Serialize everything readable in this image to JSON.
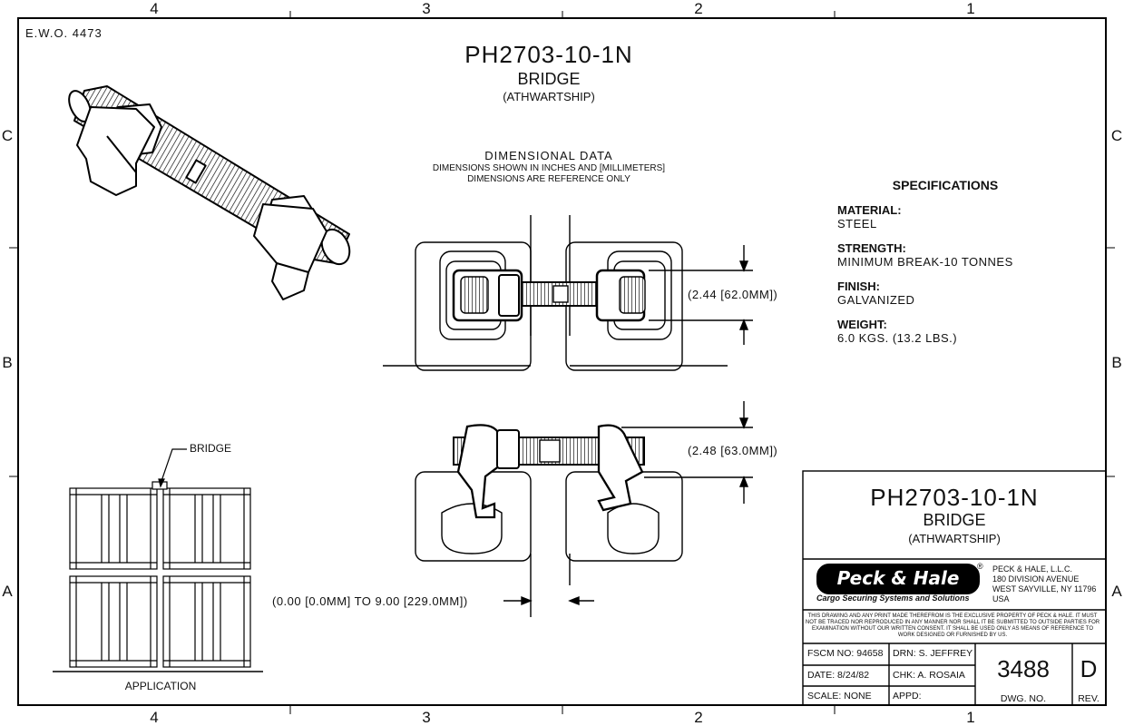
{
  "border": {
    "top_labels": [
      "4",
      "3",
      "2",
      "1"
    ],
    "bottom_labels": [
      "4",
      "3",
      "2",
      "1"
    ],
    "left_labels": [
      "C",
      "B",
      "A"
    ],
    "right_labels": [
      "C",
      "B",
      "A"
    ]
  },
  "ewo": "E.W.O. 4473",
  "header": {
    "part_number": "PH2703-10-1N",
    "name": "BRIDGE",
    "orientation": "(ATHWARTSHIP)"
  },
  "dimensional": {
    "title": "DIMENSIONAL DATA",
    "line1": "DIMENSIONS SHOWN IN INCHES AND [MILLIMETERS]",
    "line2": "DIMENSIONS ARE REFERENCE ONLY"
  },
  "dimensions": {
    "width_top": "(2.44 [62.0MM])",
    "height_side": "(2.48 [63.0MM])",
    "range": "(0.00 [0.0MM] TO 9.00 [229.0MM])"
  },
  "specifications": {
    "title": "SPECIFICATIONS",
    "items": [
      {
        "label": "MATERIAL:",
        "value": "STEEL"
      },
      {
        "label": "STRENGTH:",
        "value": "MINIMUM BREAK-10 TONNES"
      },
      {
        "label": "FINISH:",
        "value": "GALVANIZED"
      },
      {
        "label": "WEIGHT:",
        "value": "6.0 KGS. (13.2 LBS.)"
      }
    ]
  },
  "application": {
    "callout": "BRIDGE",
    "caption": "APPLICATION"
  },
  "title_block": {
    "part_number": "PH2703-10-1N",
    "name": "BRIDGE",
    "orientation": "(ATHWARTSHIP)",
    "logo": "Peck & Hale",
    "registered": "®",
    "tagline": "Cargo Securing Systems and Solutions",
    "company": [
      "PECK & HALE, L.L.C.",
      "180 DIVISION AVENUE",
      "WEST SAYVILLE, NY 11796",
      "USA"
    ],
    "legal": "THIS DRAWING AND ANY PRINT MADE THEREFROM IS THE EXCLUSIVE PROPERTY OF PECK & HALE. IT MUST NOT BE TRACED NOR REPRODUCED IN ANY MANNER NOR SHALL IT BE SUBMITTED TO OUTSIDE PARTIES FOR EXAMINATION WITHOUT OUR WRITTEN CONSENT. IT SHALL BE USED ONLY AS MEANS OF REFERENCE TO WORK DESIGNED OR FURNISHED BY US.",
    "fscm": "FSCM NO: 94658",
    "date": "DATE: 8/24/82",
    "scale": "SCALE: NONE",
    "drn": "DRN: S. JEFFREY",
    "chk": "CHK: A. ROSAIA",
    "appd": "APPD:",
    "dwg_no": "3488",
    "dwg_label": "DWG. NO.",
    "rev": "D",
    "rev_label": "REV."
  }
}
